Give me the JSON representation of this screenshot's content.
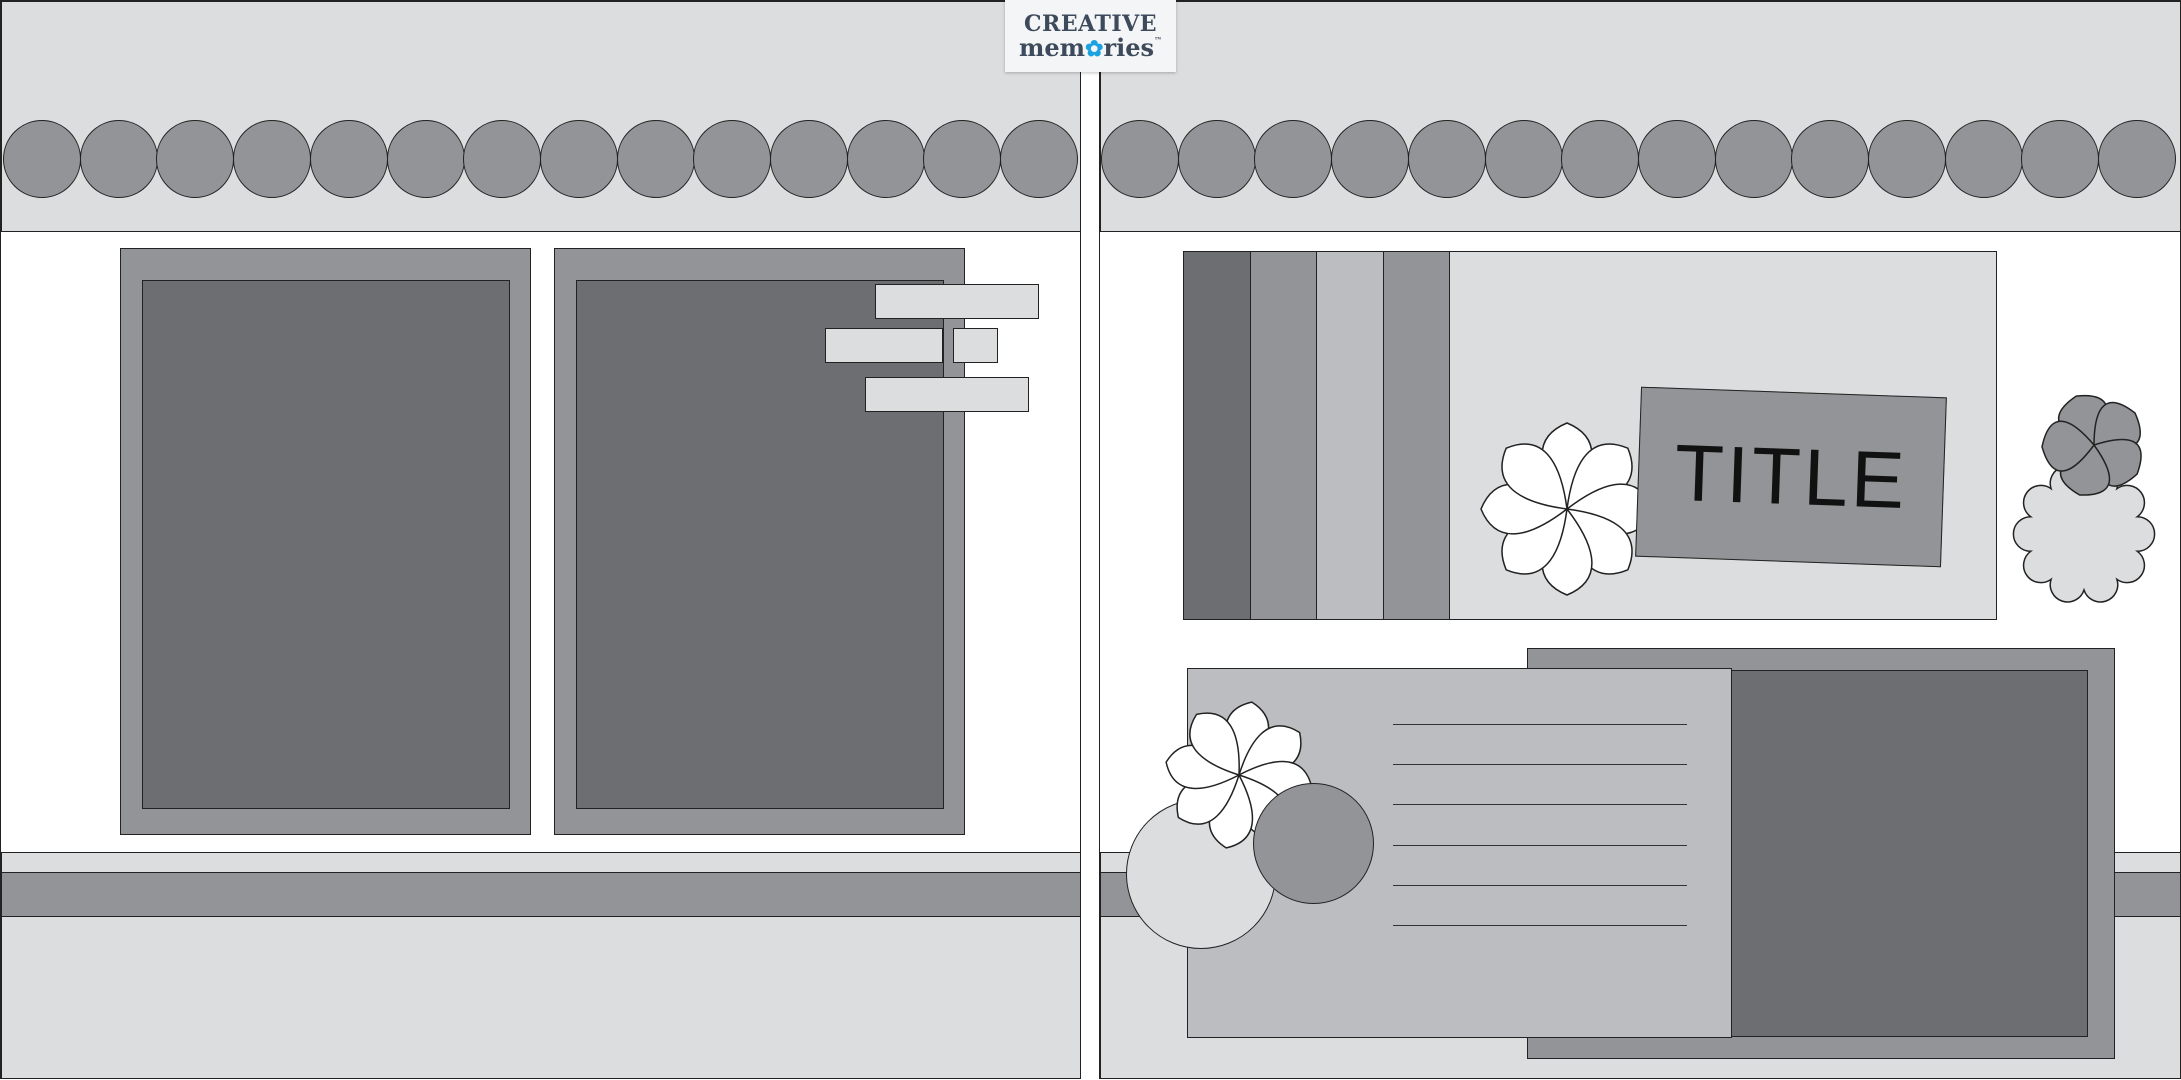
{
  "logo": {
    "line1": "CREATIVE",
    "line2_prefix": "mem",
    "line2_flower": "✿",
    "line2_suffix": "ries",
    "trademark": "™"
  },
  "title_tag": {
    "text": "TITLE"
  },
  "colors": {
    "light_gray": "#dcdddf",
    "mid_gray": "#939497",
    "dark_gray": "#6d6e71",
    "silver": "#bcbdc0",
    "white": "#ffffff",
    "outline": "#222222",
    "logo_text": "#3d4a5c",
    "logo_accent": "#1aa3e0"
  },
  "scallop_border": {
    "circles_per_page": 14
  },
  "journal": {
    "line_count": 6
  },
  "icons": [
    "flower-icon",
    "scalloped-circle-icon"
  ]
}
